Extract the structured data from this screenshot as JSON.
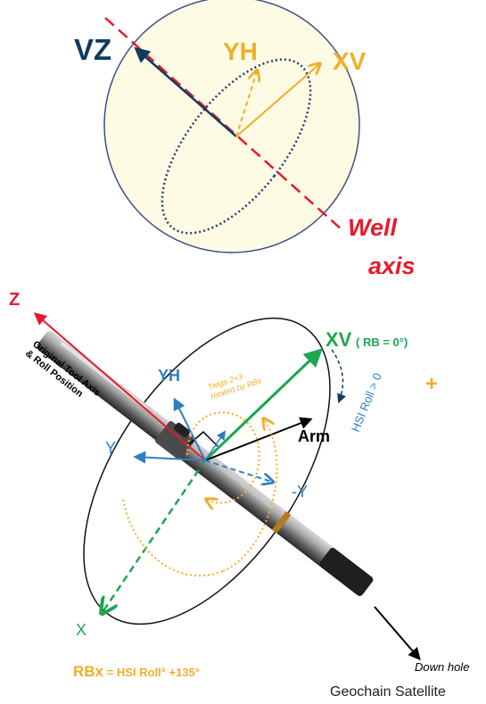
{
  "top_diagram": {
    "labels": {
      "vz": "VZ",
      "yh": "YH",
      "xv": "XV",
      "well": "Well",
      "axis": "axis"
    },
    "colors": {
      "sphere_fill": "#FDFBE3",
      "sphere_stroke": "#3B4F86",
      "vz": "#0F3B5F",
      "yh_xv": "#F0AE2A",
      "well_axis": "#E8192C",
      "ellipse": "#1F3E78"
    }
  },
  "bottom_diagram": {
    "labels": {
      "z": "Z",
      "original_line1": "Original Tool Axis",
      "original_line2": "& Roll Position",
      "xv": "XV",
      "rb_zero": "( RB = 0°)",
      "hsi_roll": "HSI Roll > 0",
      "yh": "YH",
      "twigs_line1": "Twigs  2+3",
      "twigs_line2": "rotated by RBx",
      "arm": "Arm",
      "plus": "+",
      "y": "Y",
      "neg_y": "-Y",
      "x": "X",
      "down_hole": "Down hole",
      "rbx_prefix": "RBx",
      "rbx_suffix": " = HSI Roll° +135°"
    },
    "colors": {
      "z_axis": "#E8192C",
      "green": "#1FA650",
      "blue": "#2F7FC1",
      "orange": "#F0AE2A",
      "black": "#000000",
      "tool": "#8A8A8A"
    }
  },
  "footer": {
    "credit": "Geochain Satellite"
  }
}
